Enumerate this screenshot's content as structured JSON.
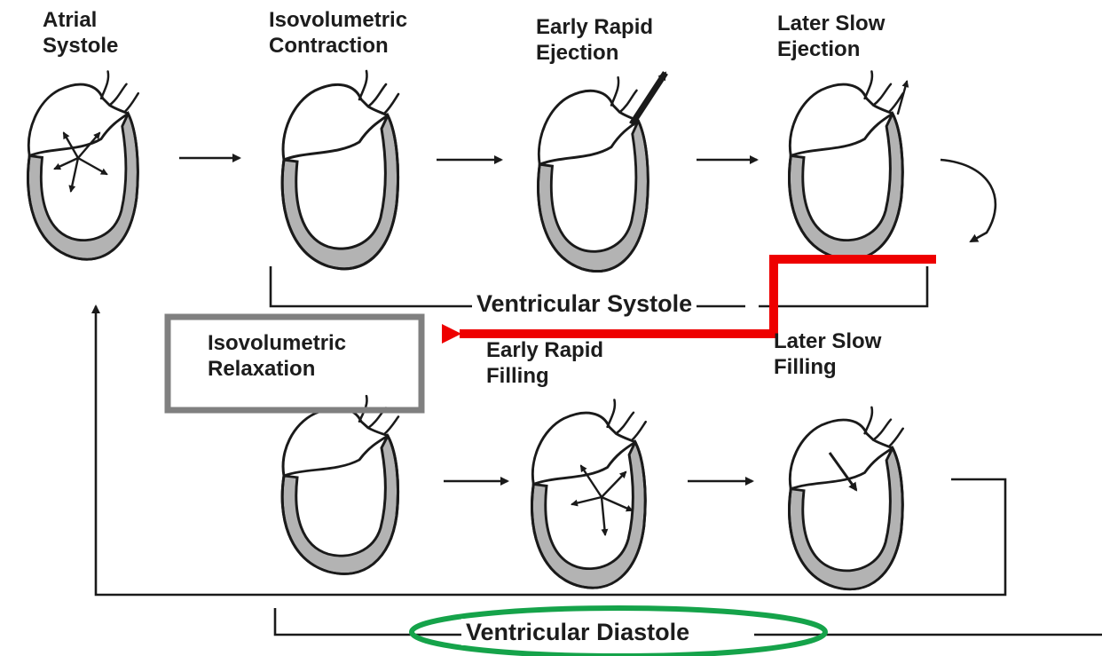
{
  "title": "",
  "phases": {
    "atrial_systole": "Atrial\nSystole",
    "isovolumetric_contraction": "Isovolumetric\nContraction",
    "early_rapid_ejection": "Early Rapid\nEjection",
    "later_slow_ejection": "Later Slow\nEjection",
    "isovolumetric_relaxation": "Isovolumetric\nRelaxation",
    "early_rapid_filling": "Early Rapid\nFilling",
    "later_slow_filling": "Later Slow\nFilling"
  },
  "groups": {
    "ventricular_systole": "Ventricular Systole",
    "ventricular_diastole": "Ventricular Diastole"
  },
  "annotations": {
    "red_arrow_color": "#ee0000",
    "gray_box_color": "#808080",
    "green_ellipse_color": "#15a34a"
  }
}
